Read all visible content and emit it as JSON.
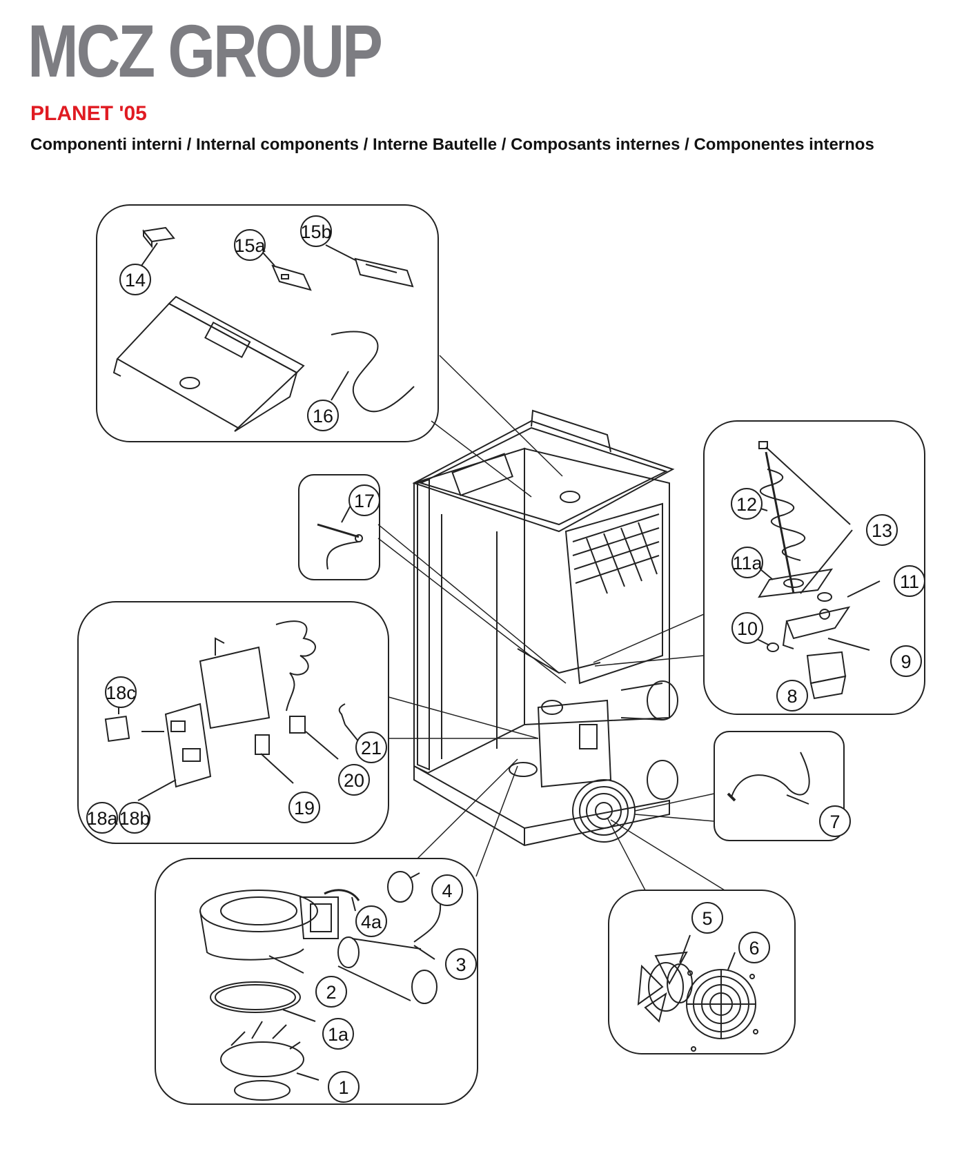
{
  "header": {
    "brand": "MCZ GROUP",
    "model": "PLANET '05",
    "subtitle": "Componenti interni / Internal components / Interne Bautelle / Composants internes / Componentes internos"
  },
  "colors": {
    "brand_gray": "#7d7d82",
    "model_red": "#e01b22",
    "line": "#222222"
  },
  "callouts": [
    {
      "id": "14",
      "label": "14"
    },
    {
      "id": "15a",
      "label": "15a"
    },
    {
      "id": "15b",
      "label": "15b"
    },
    {
      "id": "16",
      "label": "16"
    },
    {
      "id": "17",
      "label": "17"
    },
    {
      "id": "12",
      "label": "12"
    },
    {
      "id": "13",
      "label": "13"
    },
    {
      "id": "11a",
      "label": "11a"
    },
    {
      "id": "11",
      "label": "11"
    },
    {
      "id": "10",
      "label": "10"
    },
    {
      "id": "9",
      "label": "9"
    },
    {
      "id": "8",
      "label": "8"
    },
    {
      "id": "18c",
      "label": "18c"
    },
    {
      "id": "18a",
      "label": "18a"
    },
    {
      "id": "18b",
      "label": "18b"
    },
    {
      "id": "19",
      "label": "19"
    },
    {
      "id": "20",
      "label": "20"
    },
    {
      "id": "21",
      "label": "21"
    },
    {
      "id": "7",
      "label": "7"
    },
    {
      "id": "4",
      "label": "4"
    },
    {
      "id": "4a",
      "label": "4a"
    },
    {
      "id": "3",
      "label": "3"
    },
    {
      "id": "2",
      "label": "2"
    },
    {
      "id": "1a",
      "label": "1a"
    },
    {
      "id": "1",
      "label": "1"
    },
    {
      "id": "5",
      "label": "5"
    },
    {
      "id": "6",
      "label": "6"
    }
  ]
}
